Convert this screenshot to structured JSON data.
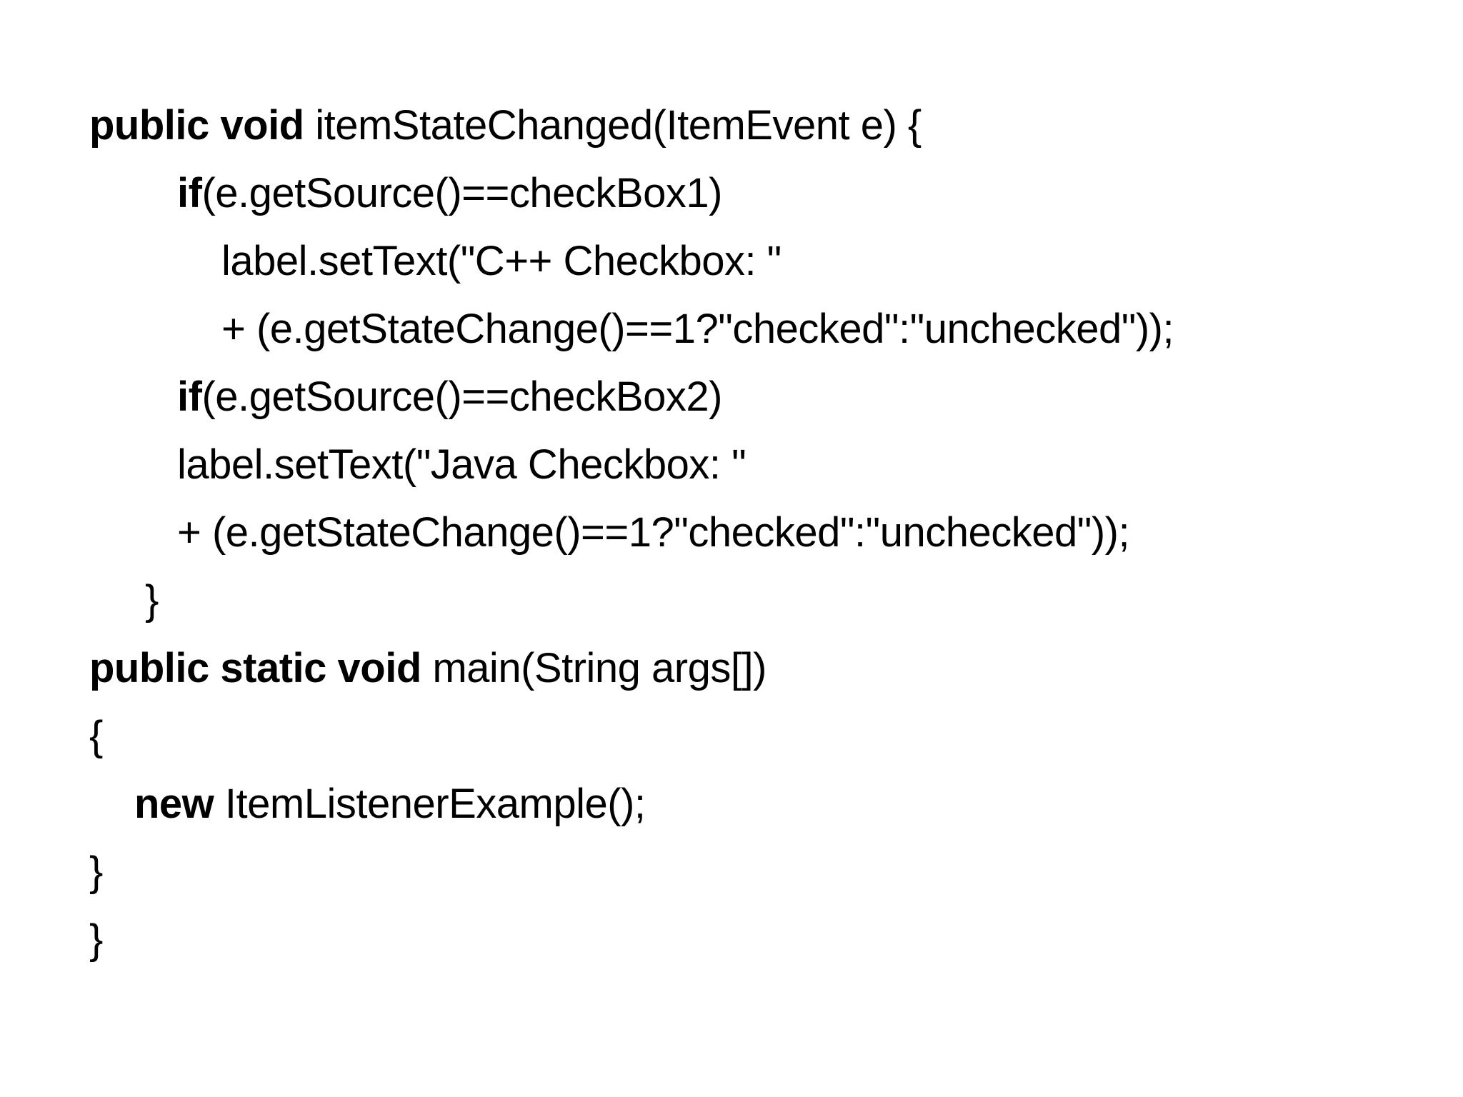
{
  "document": {
    "type": "code-slide",
    "background_color": "#ffffff",
    "text_color": "#000000",
    "language": "java",
    "code_lines": [
      {
        "indent": 0,
        "segments": [
          {
            "text": "public void ",
            "bold": true
          },
          {
            "text": "itemStateChanged(ItemEvent e) {",
            "bold": false
          }
        ]
      },
      {
        "indent": 123,
        "segments": [
          {
            "text": "if",
            "bold": true
          },
          {
            "text": "(e.getSource()==checkBox1)",
            "bold": false
          }
        ]
      },
      {
        "indent": 185,
        "segments": [
          {
            "text": "label.setText(\"C++ Checkbox: \"",
            "bold": false
          }
        ]
      },
      {
        "indent": 185,
        "segments": [
          {
            "text": "+ (e.getStateChange()==1?\"checked\":\"unchecked\"));",
            "bold": false
          }
        ]
      },
      {
        "indent": 123,
        "segments": [
          {
            "text": "if",
            "bold": true
          },
          {
            "text": "(e.getSource()==checkBox2)",
            "bold": false
          }
        ]
      },
      {
        "indent": 123,
        "segments": [
          {
            "text": "label.setText(\"Java Checkbox: \"",
            "bold": false
          }
        ]
      },
      {
        "indent": 123,
        "segments": [
          {
            "text": "+ (e.getStateChange()==1?\"checked\":\"unchecked\"));",
            "bold": false
          }
        ]
      },
      {
        "indent": 78,
        "segments": [
          {
            "text": "}",
            "bold": false
          }
        ]
      },
      {
        "indent": 0,
        "segments": [
          {
            "text": "public static void ",
            "bold": true
          },
          {
            "text": "main(String args[])",
            "bold": false
          }
        ]
      },
      {
        "indent": 0,
        "segments": [
          {
            "text": "{",
            "bold": false
          }
        ]
      },
      {
        "indent": 63,
        "segments": [
          {
            "text": "new ",
            "bold": true
          },
          {
            "text": "ItemListenerExample();",
            "bold": false
          }
        ]
      },
      {
        "indent": 0,
        "segments": [
          {
            "text": "}",
            "bold": false
          }
        ]
      },
      {
        "indent": 0,
        "segments": [
          {
            "text": "}",
            "bold": false
          }
        ]
      }
    ]
  }
}
